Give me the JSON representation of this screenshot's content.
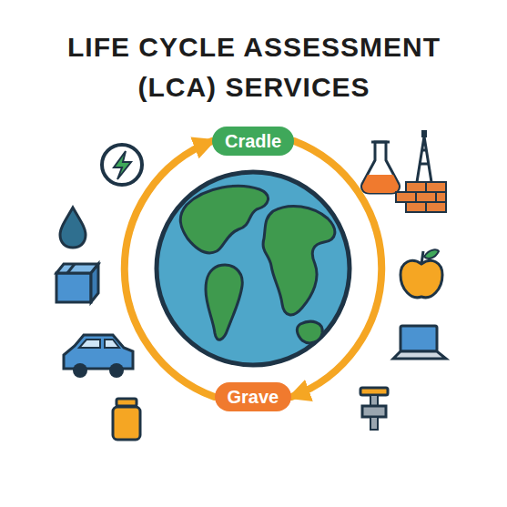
{
  "diagram": {
    "title": "LIFE CYCLE ASSESSMENT (LCA) SERVICES",
    "nodes": [
      {
        "text": [
          "Cradle"
        ]
      },
      {
        "text": [
          "Grave"
        ]
      }
    ],
    "edges": [
      {
        "from": 0,
        "to": 1,
        "arrow": "to"
      },
      {
        "from": 1,
        "to": 0,
        "arrow": "to"
      }
    ]
  }
}
